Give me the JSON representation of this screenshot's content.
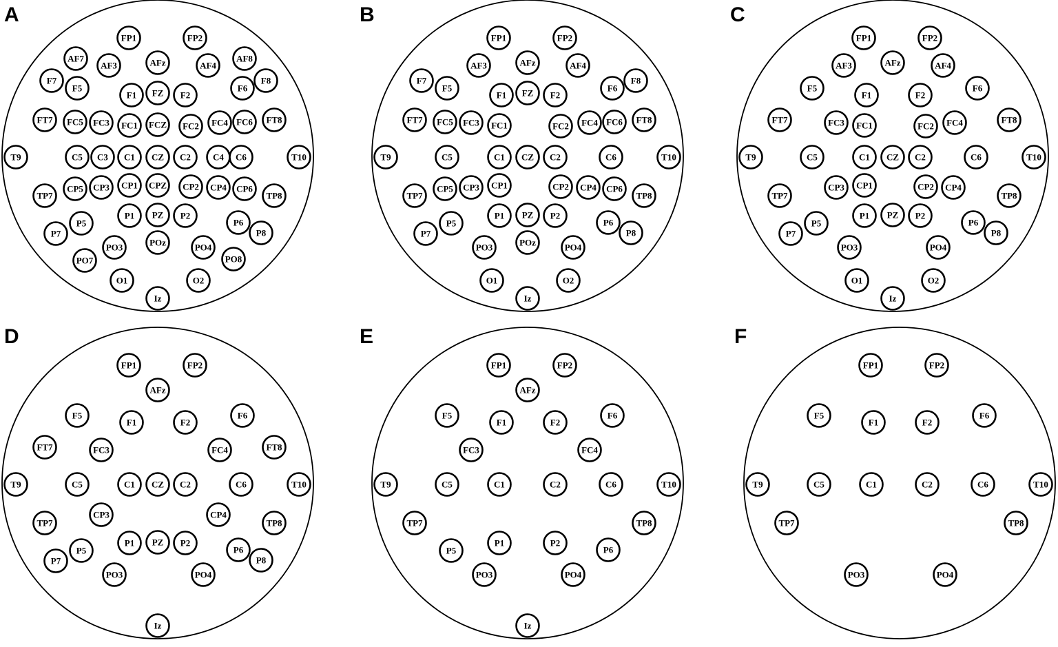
{
  "panels": [
    {
      "letter": "A",
      "electrodes": [
        "Fp1",
        "Fp2",
        "AF7",
        "AF3",
        "AFz",
        "AF4",
        "AF8",
        "F7",
        "F5",
        "F1",
        "Fz",
        "F2",
        "F6",
        "F8",
        "FT7",
        "FC5",
        "FC3",
        "FC1",
        "FCz",
        "FC2",
        "FC4",
        "FC6",
        "FT8",
        "T9",
        "C5",
        "C3",
        "C1",
        "Cz",
        "C2",
        "C4",
        "C6",
        "T10",
        "TP7",
        "CP5",
        "CP3",
        "CP1",
        "CPz",
        "CP2",
        "CP4",
        "CP6",
        "TP8",
        "P7",
        "P5",
        "P1",
        "Pz",
        "P2",
        "P6",
        "P8",
        "PO7",
        "PO3",
        "POz",
        "PO4",
        "PO8",
        "O1",
        "O2",
        "Iz"
      ]
    },
    {
      "letter": "B",
      "electrodes": [
        "Fp1",
        "Fp2",
        "AF3",
        "AFz",
        "AF4",
        "F7",
        "F5",
        "F1",
        "Fz",
        "F2",
        "F6",
        "F8",
        "FT7",
        "FC5",
        "FC3",
        "FC1",
        "FC2",
        "FC4",
        "FC6",
        "FT8",
        "T9",
        "C5",
        "C1",
        "Cz",
        "C2",
        "C6",
        "T10",
        "TP7",
        "CP5",
        "CP3",
        "CP1",
        "CP2",
        "CP4",
        "CP6",
        "TP8",
        "P7",
        "P5",
        "P1",
        "Pz",
        "P2",
        "P6",
        "P8",
        "PO3",
        "POz",
        "PO4",
        "O1",
        "O2",
        "Iz"
      ]
    },
    {
      "letter": "C",
      "electrodes": [
        "Fp1",
        "Fp2",
        "AF3",
        "AFz",
        "AF4",
        "F5",
        "F1",
        "F2",
        "F6",
        "FT7",
        "FC3",
        "FC1",
        "FC2",
        "FC4",
        "FT8",
        "T9",
        "C5",
        "C1",
        "Cz",
        "C2",
        "C6",
        "T10",
        "TP7",
        "CP3",
        "CP1",
        "CP2",
        "CP4",
        "TP8",
        "P7",
        "P5",
        "P1",
        "Pz",
        "P2",
        "P6",
        "P8",
        "PO3",
        "PO4",
        "O1",
        "O2",
        "Iz"
      ]
    },
    {
      "letter": "D",
      "electrodes": [
        "Fp1",
        "Fp2",
        "AFz",
        "F5",
        "F1",
        "F2",
        "F6",
        "FT7",
        "FC3",
        "FC4",
        "FT8",
        "T9",
        "C5",
        "C1",
        "Cz",
        "C2",
        "C6",
        "T10",
        "TP7",
        "CP3",
        "CP4",
        "TP8",
        "P7",
        "P5",
        "P1",
        "Pz",
        "P2",
        "P6",
        "P8",
        "PO3",
        "PO4",
        "Iz"
      ]
    },
    {
      "letter": "E",
      "electrodes": [
        "Fp1",
        "Fp2",
        "AFz",
        "F5",
        "F1",
        "F2",
        "F6",
        "FC3",
        "FC4",
        "T9",
        "C5",
        "C1",
        "C2",
        "C6",
        "T10",
        "TP7",
        "TP8",
        "P5",
        "P1",
        "P2",
        "P6",
        "PO3",
        "PO4",
        "Iz"
      ]
    },
    {
      "letter": "F",
      "electrodes": [
        "Fp1",
        "Fp2",
        "F5",
        "F1",
        "F2",
        "F6",
        "T9",
        "C5",
        "C1",
        "C2",
        "C6",
        "T10",
        "TP7",
        "TP8",
        "PO3",
        "PO4"
      ]
    }
  ]
}
